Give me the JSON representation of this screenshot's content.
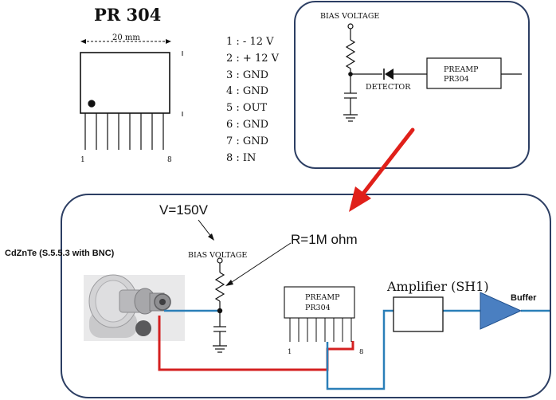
{
  "datasheet": {
    "title": "PR 304",
    "dimension": "20 mm",
    "pin_first": "1",
    "pin_last": "8",
    "pins": [
      "1 : - 12 V",
      "2 : + 12 V",
      "3 : GND",
      "4 : GND",
      "5 : OUT",
      "6 : GND",
      "7 : GND",
      "8 : IN"
    ]
  },
  "reference_circuit": {
    "bias_label": "BIAS VOLTAGE",
    "detector_label": "DETECTOR",
    "preamp_label": "PREAMP",
    "preamp_model": "PR304"
  },
  "setup": {
    "detector_name": "CdZnTe (S.5.5.3 with BNC)",
    "voltage_label": "V=150V",
    "resistance_label": "R=1M ohm",
    "bias_label": "BIAS VOLTAGE",
    "preamp_label": "PREAMP",
    "preamp_model": "PR304",
    "preamp_pin_first": "1",
    "preamp_pin_last": "8",
    "amplifier_label": "Amplifier (SH1)",
    "buffer_label": "Buffer"
  },
  "colors": {
    "panel_border": "#2c3e63",
    "arrow_red": "#e0201a",
    "wire_red": "#d42020",
    "wire_blue": "#2a7fb8",
    "buffer_fill": "#4a7fc1"
  }
}
